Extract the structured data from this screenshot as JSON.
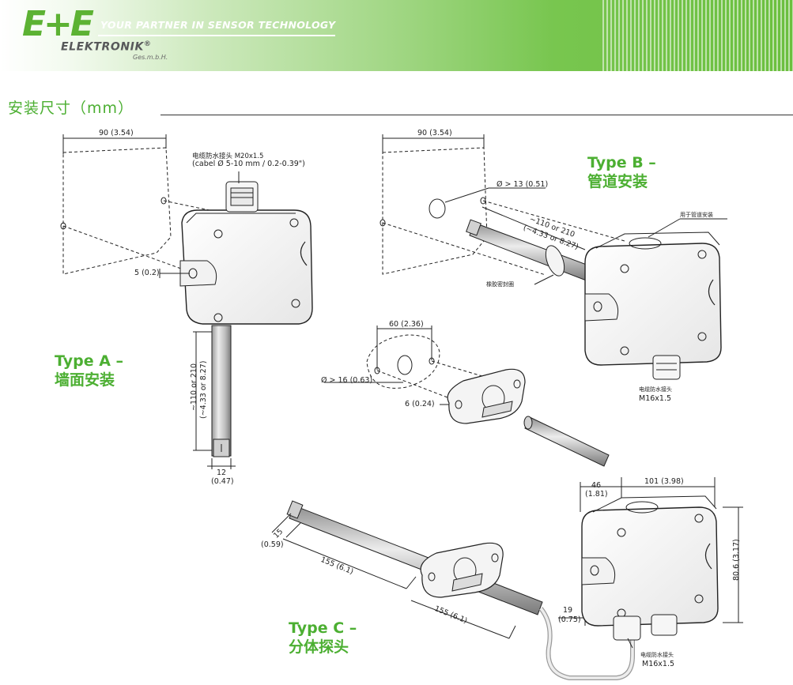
{
  "header": {
    "logo_mark": "E+E",
    "tagline": "YOUR PARTNER IN SENSOR TECHNOLOGY",
    "company": "ELEKTRONIK",
    "registered": "®",
    "legal_form": "Ges.m.b.H."
  },
  "section": {
    "title": "安装尺寸（mm）"
  },
  "type_a": {
    "label_line1": "Type A –",
    "label_line2": "墙面安装",
    "dim_width": "90 (3.54)",
    "gland_note": "电缆防水接头 M20x1.5",
    "cable_note": "(cabel Ø 5-10 mm / 0.2-0.39\")",
    "hole_dim": "5 (0.2)",
    "probe_length": "~110 or 210",
    "probe_length_in": "(~4.33 or 8.27)",
    "probe_dia": "12",
    "probe_dia_in": "(0.47)"
  },
  "type_b": {
    "label_line1": "Type B –",
    "label_line2": "管道安装",
    "dim_width": "90 (3.54)",
    "hole_dim": "Ø > 13 (0.51)",
    "probe_length": "~110 or 210",
    "probe_length_in": "(~4.33 or 8.27)",
    "duct_note": "用于管道安装",
    "seal_note": "橡胶密封圈",
    "flange_spacing": "60 (2.36)",
    "flange_hole": "Ø > 16 (0.63)",
    "flange_thickness": "6 (0.24)",
    "gland_note": "电缆防水接头",
    "gland_thread": "M16x1.5"
  },
  "type_c": {
    "label_line1": "Type C –",
    "label_line2": "分体探头",
    "tip_dim": "15",
    "tip_dim_in": "(0.59)",
    "len_1": "155 (6.1)",
    "len_2": "155 (6.1)",
    "cable_dia": "19",
    "cable_dia_in": "(0.75)",
    "depth": "46",
    "depth_in": "(1.81)",
    "width": "101 (3.98)",
    "height": "80.6 (3.17)",
    "gland_note": "电缆防水接头",
    "gland_thread": "M16x1.5"
  },
  "colors": {
    "brand_green": "#4caf32",
    "header_green": "#6bbf3f",
    "logo_grey": "#57585a"
  }
}
